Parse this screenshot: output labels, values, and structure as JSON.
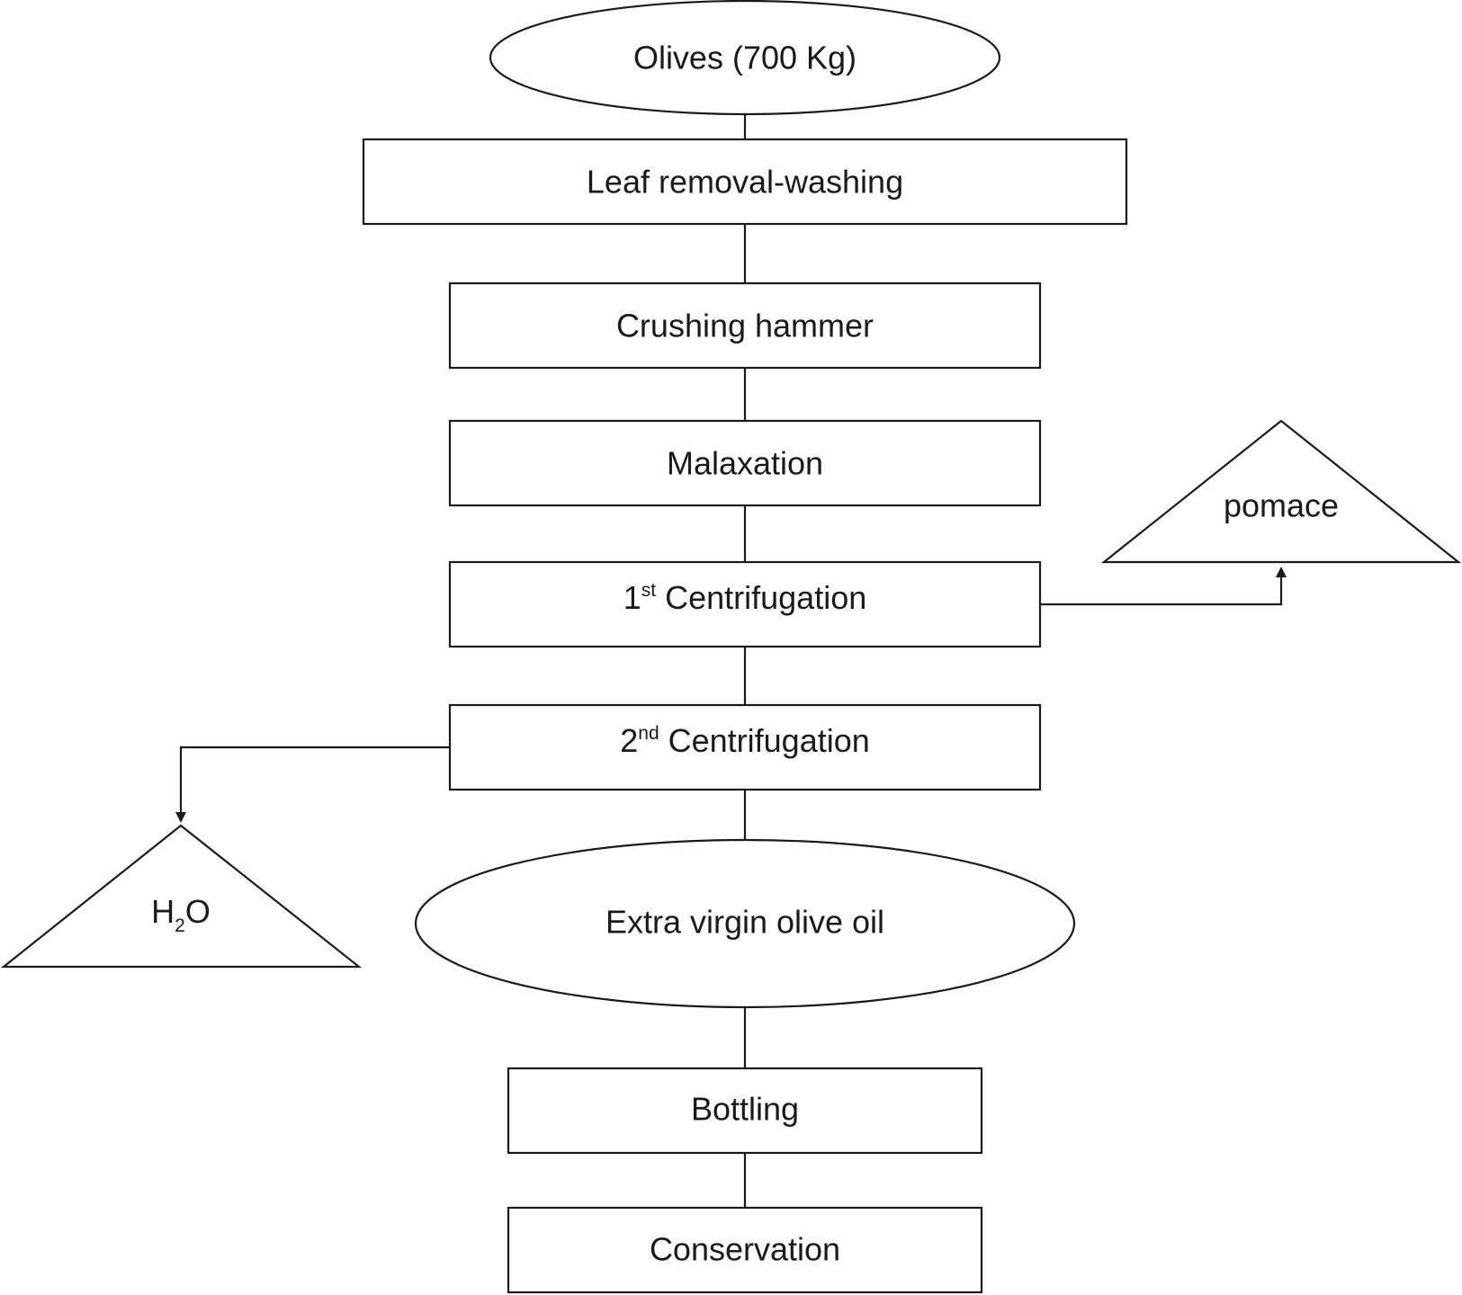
{
  "diagram": {
    "olives": "Olives (700 Kg)",
    "leaf_removal": "Leaf removal-washing",
    "crushing": "Crushing hammer",
    "malaxation": "Malaxation",
    "first_centrifugation": {
      "number": "1",
      "suffix": "st",
      "text": " Centrifugation"
    },
    "second_centrifugation": {
      "number": "2",
      "suffix": "nd",
      "text": " Centrifugation"
    },
    "pomace": "pomace",
    "water": {
      "h": "H",
      "sub": "2",
      "o": "O"
    },
    "oil": "Extra virgin olive oil",
    "bottling": "Bottling",
    "conservation": "Conservation"
  }
}
